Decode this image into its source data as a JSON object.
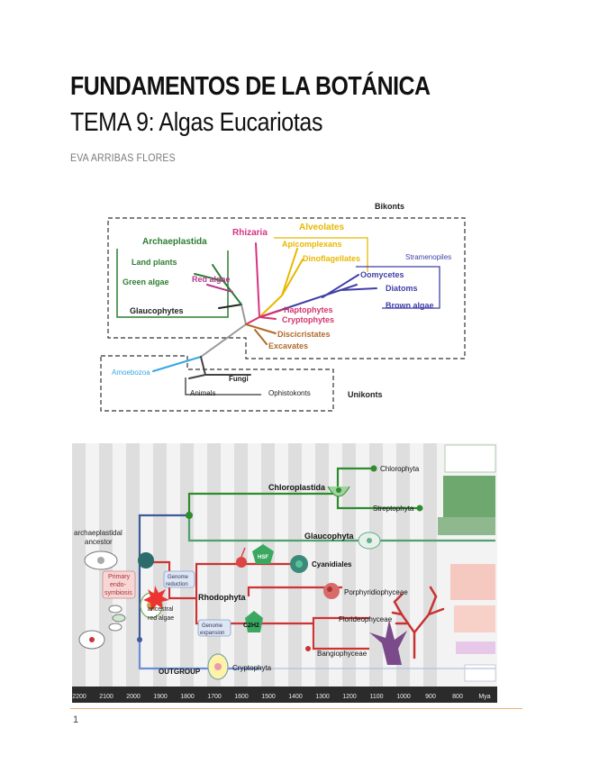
{
  "document": {
    "title": "FUNDAMENTOS DE LA BOTÁNICA",
    "subtitle": "TEMA 9: Algas Eucariotas",
    "author": "EVA ARRIBAS FLORES",
    "page_number": "1"
  },
  "tree": {
    "group_bikonts": "Bikonts",
    "group_unikonts": "Unikonts",
    "archaeplastida": "Archaeplastida",
    "land_plants": "Land plants",
    "green_algae": "Green algae",
    "red_algae": "Red algae",
    "glaucophytes": "Glaucophytes",
    "rhizaria": "Rhizaria",
    "alveolates": "Alveolates",
    "apicomplexans": "Apicomplexans",
    "dinoflagellates": "Dinoflagellates",
    "stramenopiles": "Stramenopiles",
    "oomycetes": "Oomycetes",
    "diatoms": "Diatoms",
    "brown_algae": "Brown algae",
    "haptophytes": "Haptophytes",
    "cryptophytes": "Cryptophytes",
    "discicristates": "Discicristates",
    "excavates": "Excavates",
    "amoebozoa": "Amoebozoa",
    "fungi": "Fungi",
    "animals": "Animals",
    "ophistokonts": "Ophistokonts",
    "colors": {
      "archaeplastida": "#2e7d32",
      "red_algae": "#b03a8c",
      "rhizaria": "#d63384",
      "alveolates": "#e8b800",
      "stramenopiles": "#3f3fa8",
      "haptophytes": "#d6336c",
      "excavates": "#b06a2a",
      "amoebozoa": "#35a8e0",
      "stem": "#9a9a9a"
    }
  },
  "evolution": {
    "chloroplastida": "Chloroplastida",
    "chlorophyta": "Chlorophyta",
    "streptophyta": "Streptophyta",
    "glaucophyta": "Glaucophyta",
    "archaeplastidal_ancestor_1": "archaeplastidal",
    "archaeplastidal_ancestor_2": "ancestor",
    "primary_1": "Primary",
    "primary_2": "endo-",
    "primary_3": "symbiosis",
    "genome_reduction_1": "Genome",
    "genome_reduction_2": "reduction",
    "cyanidiales": "Cyanidiales",
    "hsf": "HSF",
    "rhodophyta": "Rhodophyta",
    "ancestral_1": "ancestral",
    "ancestral_2": "red algae",
    "porphyridiophyceae": "Porphyridiophyceae",
    "genome_expansion_1": "Genome",
    "genome_expansion_2": "expansion",
    "c2h2": "C2H2",
    "florideophyceae": "Florideophyceae",
    "bangiophyceae": "Bangiophyceae",
    "outgroup": "OUTGROUP",
    "cryptophyta": "Cryptophyta",
    "axis_ticks": [
      "2200",
      "2100",
      "2000",
      "1900",
      "1800",
      "1700",
      "1600",
      "1500",
      "1400",
      "1300",
      "1200",
      "1100",
      "1000",
      "900",
      "800",
      "Mya"
    ]
  }
}
